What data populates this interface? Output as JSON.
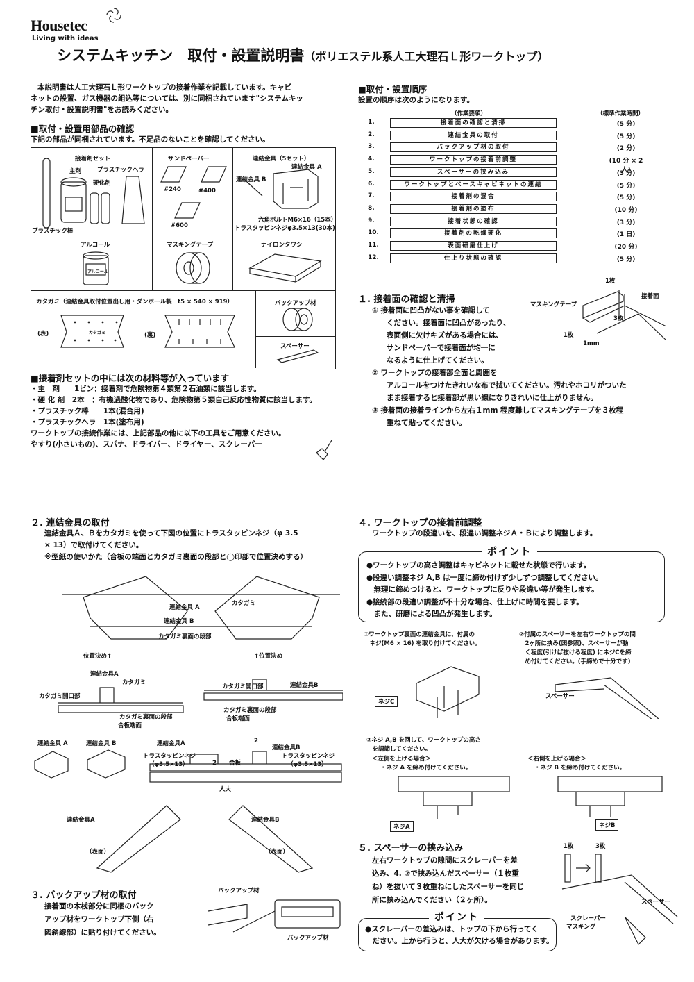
{
  "brand": {
    "name": "Housetec",
    "tagline": "Living with ideas"
  },
  "title": {
    "main": "システムキッチン　取付・設置説明書",
    "sub": "（ポリエステル系人工大理石Ｌ形ワークトップ）"
  },
  "intro": [
    "本説明書は人工大理石Ｌ形ワークトップの接着作業を記載しています。キャビ",
    "ネットの設置、ガス機器の組込等については、別に同梱されています\"システムキッ",
    "チン取付・設置説明書\"をお読みください。"
  ],
  "parts": {
    "heading": "■取付・設置用部品の確認",
    "note": "下記の部品が同梱されています。不足品のないことを確認してください。",
    "adhesive_set": {
      "label": "接着剤セット",
      "main": "主剤",
      "hardener": "硬化剤",
      "spatula": "プラスチックヘラ",
      "rod": "プラスチック棒"
    },
    "sandpaper": {
      "label": "サンドペーパー",
      "g240": "#240",
      "g400": "#400",
      "g600": "#600"
    },
    "bracket": {
      "label": "連結金具（5セット）",
      "a": "連結金具 A",
      "b": "連結金具 B",
      "bolt": "六角ボルトM6×16（15本）",
      "screw": "トラスタッピンネジφ3.5×13(30本)"
    },
    "alcohol": {
      "label": "アルコール",
      "bottle": "アルコール"
    },
    "tape": {
      "label": "マスキングテープ"
    },
    "scrub": {
      "label": "ナイロンタワシ"
    },
    "template": {
      "label": "カタガミ（連結金具取付位置出し用・ダンボール製　t5 × 540 × 919）",
      "front": "(表)",
      "back": "(裏)",
      "print": "カタガミ"
    },
    "backup": {
      "label": "バックアップ材"
    },
    "spacer": {
      "label": "スペーサー"
    }
  },
  "contents": {
    "heading": "■接着剤セットの中には次の材料等が入っています",
    "items": [
      "・主　剤　　1ビン：接着剤で危険物第４類第２石油類に該当します。",
      "・硬 化 剤　2本　：有機過酸化物であり、危険物第５類自己反応性物質に該当します。",
      "・プラスチック棒　　1本(混合用)",
      "・プラスチックヘラ　1本(塗布用)"
    ],
    "tools_note": "ワークトップの接続作業には、上記部品の他に以下の工具をご用意ください。",
    "tools": "やすり(小さいもの)、スパナ、ドライバー、ドライヤー、スクレーパー"
  },
  "procedure": {
    "heading": "■取付・設置順序",
    "note": "設置の順序は次のようになります。",
    "col_task": "（作業要領）",
    "col_time": "（標準作業時間）",
    "steps": [
      {
        "no": "1.",
        "task": "接着面の確認と清掃",
        "time": "(5 分)"
      },
      {
        "no": "2.",
        "task": "連結金具の取付",
        "time": "(5 分)"
      },
      {
        "no": "3.",
        "task": "バックアップ材の取付",
        "time": "(2 分)"
      },
      {
        "no": "4.",
        "task": "ワークトップの接着前調整",
        "time": "(10 分 × 2 人)"
      },
      {
        "no": "5.",
        "task": "スペーサーの挟み込み",
        "time": "(3 分)"
      },
      {
        "no": "6.",
        "task": "ワークトップとベースキャビネットの連結",
        "time": "(5 分)"
      },
      {
        "no": "7.",
        "task": "接着剤の混合",
        "time": "(5 分)"
      },
      {
        "no": "8.",
        "task": "接着剤の塗布",
        "time": "(10 分)"
      },
      {
        "no": "9.",
        "task": "接着状態の確認",
        "time": "(3 分)"
      },
      {
        "no": "10.",
        "task": "接着剤の乾燥硬化",
        "time": "(1 日)"
      },
      {
        "no": "11.",
        "task": "表面研磨仕上げ",
        "time": "(20 分)"
      },
      {
        "no": "12.",
        "task": "仕上り状態の確認",
        "time": "(5 分)"
      }
    ]
  },
  "s1": {
    "title": "１. 接着面の確認と清掃",
    "lines": [
      "①  接着面に凹凸がない事を確認して",
      "　　ください。接着面に凹凸があったり、",
      "　　表面側に欠けキズがある場合には、",
      "　　サンドペーパーで接着面が均一に",
      "　　なるように仕上げてください。",
      "②  ワークトップの接着部全面と周囲を",
      "　　アルコールをつけたきれいな布で拭いてください。汚れやホコリがついた",
      "　　まま接着すると接着部が黒い線になりきれいに仕上がりません。",
      "③  接着面の接着ラインから左右１mm 程度離してマスキングテープを３枚程",
      "　　重ねて貼ってください。"
    ],
    "lbl_tape": "マスキングテープ",
    "lbl_face": "接着面",
    "lbl_1a": "1枚",
    "lbl_3": "3枚",
    "lbl_1b": "1枚",
    "lbl_mm": "1mm"
  },
  "s2": {
    "title": "２. 連結金具の取付",
    "lines": [
      "連結金具Ａ、Ｂをカタガミを使って下図の位置にトラスタッピンネジ（φ 3.5",
      "× 13）で取付けてください。",
      "※型紙の使いかた（合板の端面とカタガミ裏面の段部と◯印部で位置決めする）"
    ],
    "lbl_a": "連結金具 A",
    "lbl_b": "連結金具 B",
    "lbl_step": "カタガミ裏面の段部",
    "lbl_pos1": "位置決め↑",
    "lbl_pos2": "↑位置決め",
    "lbl_katagami": "カタガミ",
    "lbl_katagami_a": "連結金具A",
    "lbl_open": "カタガミ開口部",
    "lbl_step2": "カタガミ裏面の段部",
    "lbl_edge": "合板端面",
    "lbl_open_r": "カタガミ開口部",
    "lbl_bb": "連結金具B",
    "lbl_step_r": "カタガミ裏面の段部",
    "lbl_edge_r": "合板端面",
    "bracket_a": "連結金具 A",
    "bracket_b": "連結金具 B",
    "lbl_ka": "連結金具A",
    "lbl_screw": "トラスタッピンネジ",
    "lbl_phi": "（φ3.5×13）",
    "lbl_plywood": "合板",
    "lbl_kb": "連結金具B",
    "lbl_screw2": "トラスタッピンネジ",
    "lbl_phi2": "（φ3.5×13）",
    "lbl_marble": "人大",
    "lbl_2a": "2",
    "lbl_2b": "2",
    "lbl_fa": "連結金具A",
    "lbl_fb": "連結金具B",
    "lbl_face_l": "（表面）",
    "lbl_face_r": "（表面）"
  },
  "s3": {
    "title": "３. バックアップ材の取付",
    "lines": [
      "接着面の木桟部分に同梱のバック",
      "アップ材をワークトップ下側（右",
      "図斜線部）に貼り付けてください。"
    ],
    "lbl1": "バックアップ材",
    "lbl2": "バックアップ材"
  },
  "s4": {
    "title": "４. ワークトップの接着前調整",
    "lead": "ワークトップの段違いを、段違い調整ネジＡ・Ｂにより調整します。",
    "point_title": "ポイント",
    "points": [
      "●ワークトップの高さ調整はキャビネットに載せた状態で行います。",
      "●段違い調整ネジ A,B は一度に締め付けず少しずつ調整してください。",
      "　無理に締めつけると、ワークトップに反りや段違い等が発生します。",
      "●接続部の段違い調整が不十分な場合、仕上げに時間を要します。",
      "　また、研磨による凹凸が発生します。"
    ],
    "step1": [
      "①ワークトップ裏面の連結金具に、付属の",
      "　ネジ(M6 × 16) を取り付けてください。"
    ],
    "step2": [
      "②付属のスペーサーを左右ワークトップの間",
      "　2ヶ所に挟み(図参照)、スペーサーが動",
      "　く程度(引けば抜ける程度) にネジCを締",
      "　め付けてください。(手締めで十分です)"
    ],
    "lbl_nejic": "ネジC",
    "lbl_spacer": "スペーサー",
    "step3": [
      "③ネジ A,B を回して、ワークトップの高さ",
      "　を調節してください。"
    ],
    "left_case": "＜左側を上げる場合＞",
    "left_do": "・ネジ A を締め付けてください。",
    "right_case": "＜右側を上げる場合＞",
    "right_do": "・ネジ B を締め付けてください。",
    "lbl_neja": "ネジA",
    "lbl_nejb": "ネジB"
  },
  "s5": {
    "title": "５. スペーサーの挟み込み",
    "lines": [
      "左右ワークトップの隙間にスクレーパーを差",
      "込み、4. ②で挟み込んだスペーサー（１枚重",
      "ね）を抜いて３枚重ねにしたスペーサーを同じ",
      "所に挟み込んでください（２ヶ所）。"
    ],
    "lbl_1": "1枚",
    "lbl_3": "3枚",
    "lbl_spacer": "スペーサー",
    "lbl_scraper": "スクレーパー",
    "lbl_masking": "マスキング",
    "point_title": "ポイント",
    "points": [
      "●スクレーパーの差込みは、トップの下から行ってく",
      "　ださい。上から行うと、人大が欠ける場合があります。"
    ]
  }
}
